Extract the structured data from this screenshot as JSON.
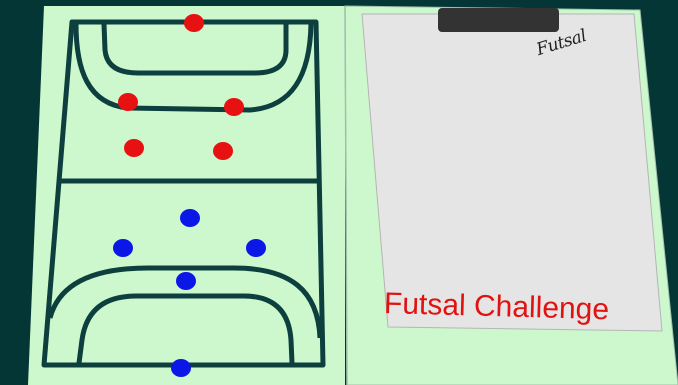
{
  "game": {
    "title": "Futsal Challenge",
    "signature": "Futsal",
    "court_color": "#cdf8cd",
    "line_color": "#0c3f3d",
    "background_color": "#053636",
    "paper_color": "#e5e5e5",
    "clip_color": "#333333"
  },
  "teams": [
    {
      "name": "red-team",
      "color": "#e81111",
      "players": 5
    },
    {
      "name": "blue-team",
      "color": "#0a17e6",
      "players": 5
    }
  ]
}
